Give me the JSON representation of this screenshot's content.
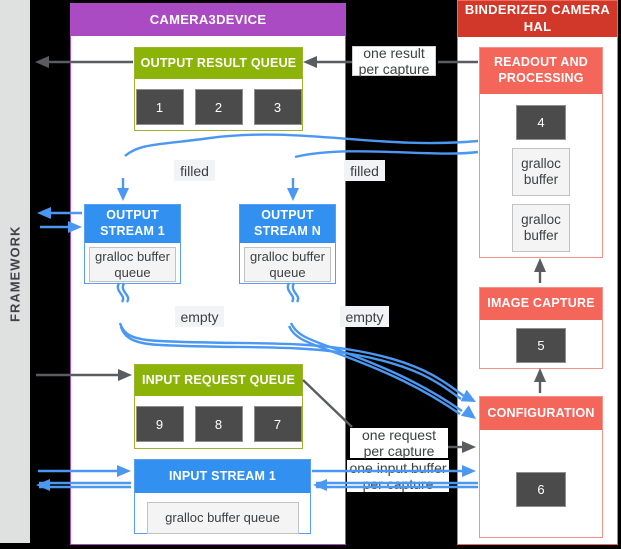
{
  "framework_label": "FRAMEWORK",
  "camera3device": {
    "title": "CAMERA3DEVICE",
    "output_result_queue": {
      "title": "OUTPUT RESULT QUEUE",
      "items": [
        "1",
        "2",
        "3"
      ]
    },
    "output_stream_1": {
      "title": "OUTPUT STREAM 1"
    },
    "output_stream_n": {
      "title": "OUTPUT STREAM N"
    },
    "dots": "· · ·",
    "input_request_queue": {
      "title": "INPUT REQUEST QUEUE",
      "items": [
        "9",
        "8",
        "7"
      ]
    },
    "input_stream_1": {
      "title": "INPUT STREAM 1"
    }
  },
  "hal": {
    "title": "BINDERIZED CAMERA HAL",
    "readout": {
      "title": "READOUT AND PROCESSING",
      "item": "4",
      "buffer_1": "gralloc buffer",
      "buffer_2": "gralloc buffer"
    },
    "image_capture": {
      "title": "IMAGE CAPTURE",
      "item": "5"
    },
    "configuration": {
      "title": "CONFIGURATION",
      "item": "6"
    }
  },
  "labels": {
    "gralloc_buffer_queue": "gralloc buffer queue",
    "filled": "filled",
    "empty": "empty",
    "one_result_per_capture": "one result\nper capture",
    "one_request_per_capture": "one request\nper capture",
    "one_input_buffer_per_capture": "one input buffer\nper capture"
  },
  "colors": {
    "purple": "#ab4bc4",
    "green": "#8cb307",
    "blue": "#3291f0",
    "red": "#d2382a",
    "salmon": "#f4655a",
    "darkbox": "#4b4b4b",
    "arrowgray": "#595c60",
    "arrowblue": "#4a98f2"
  }
}
